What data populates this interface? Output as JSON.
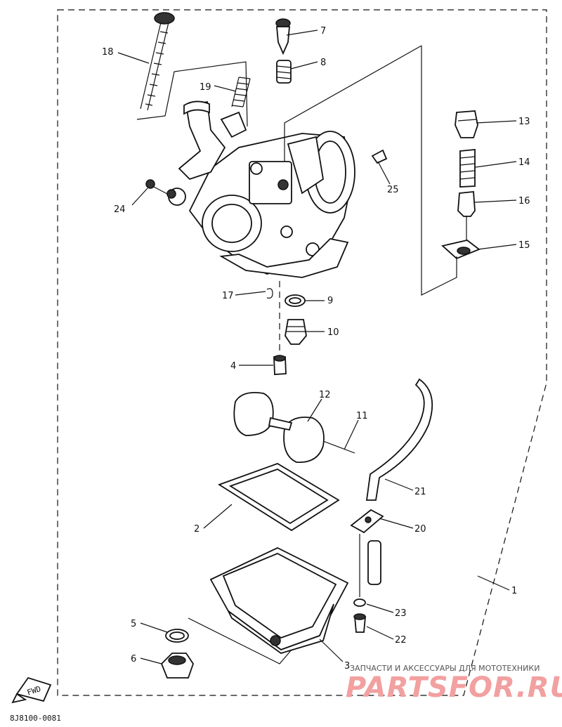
{
  "parts": [
    {
      "id": "p1",
      "num": "1"
    },
    {
      "id": "p2",
      "num": "2"
    },
    {
      "id": "p3",
      "num": "3"
    },
    {
      "id": "p4",
      "num": "4"
    },
    {
      "id": "p5",
      "num": "5"
    },
    {
      "id": "p6",
      "num": "6"
    },
    {
      "id": "p7",
      "num": "7"
    },
    {
      "id": "p8",
      "num": "8"
    },
    {
      "id": "p9",
      "num": "9"
    },
    {
      "id": "p10",
      "num": "10"
    },
    {
      "id": "p11",
      "num": "11"
    },
    {
      "id": "p12",
      "num": "12"
    },
    {
      "id": "p13",
      "num": "13"
    },
    {
      "id": "p14",
      "num": "14"
    },
    {
      "id": "p15",
      "num": "15"
    },
    {
      "id": "p16",
      "num": "16"
    },
    {
      "id": "p17",
      "num": "17"
    },
    {
      "id": "p18",
      "num": "18"
    },
    {
      "id": "p19",
      "num": "19"
    },
    {
      "id": "p20",
      "num": "20"
    },
    {
      "id": "p21",
      "num": "21"
    },
    {
      "id": "p22",
      "num": "22"
    },
    {
      "id": "p23",
      "num": "23"
    },
    {
      "id": "p24",
      "num": "24"
    },
    {
      "id": "p25",
      "num": "25"
    }
  ],
  "drawing_code": "8J8100-0081",
  "fwd_label": "FWD",
  "watermark": {
    "tagline": "ЗАПЧАСТИ И АКСЕССУАРЫ ДЛЯ МОТОТЕХНИКИ",
    "brand": "PARTSFOR.RU"
  },
  "colors": {
    "ink": "#111111",
    "paper": "#ffffff",
    "watermark": "#f2a0a0"
  }
}
